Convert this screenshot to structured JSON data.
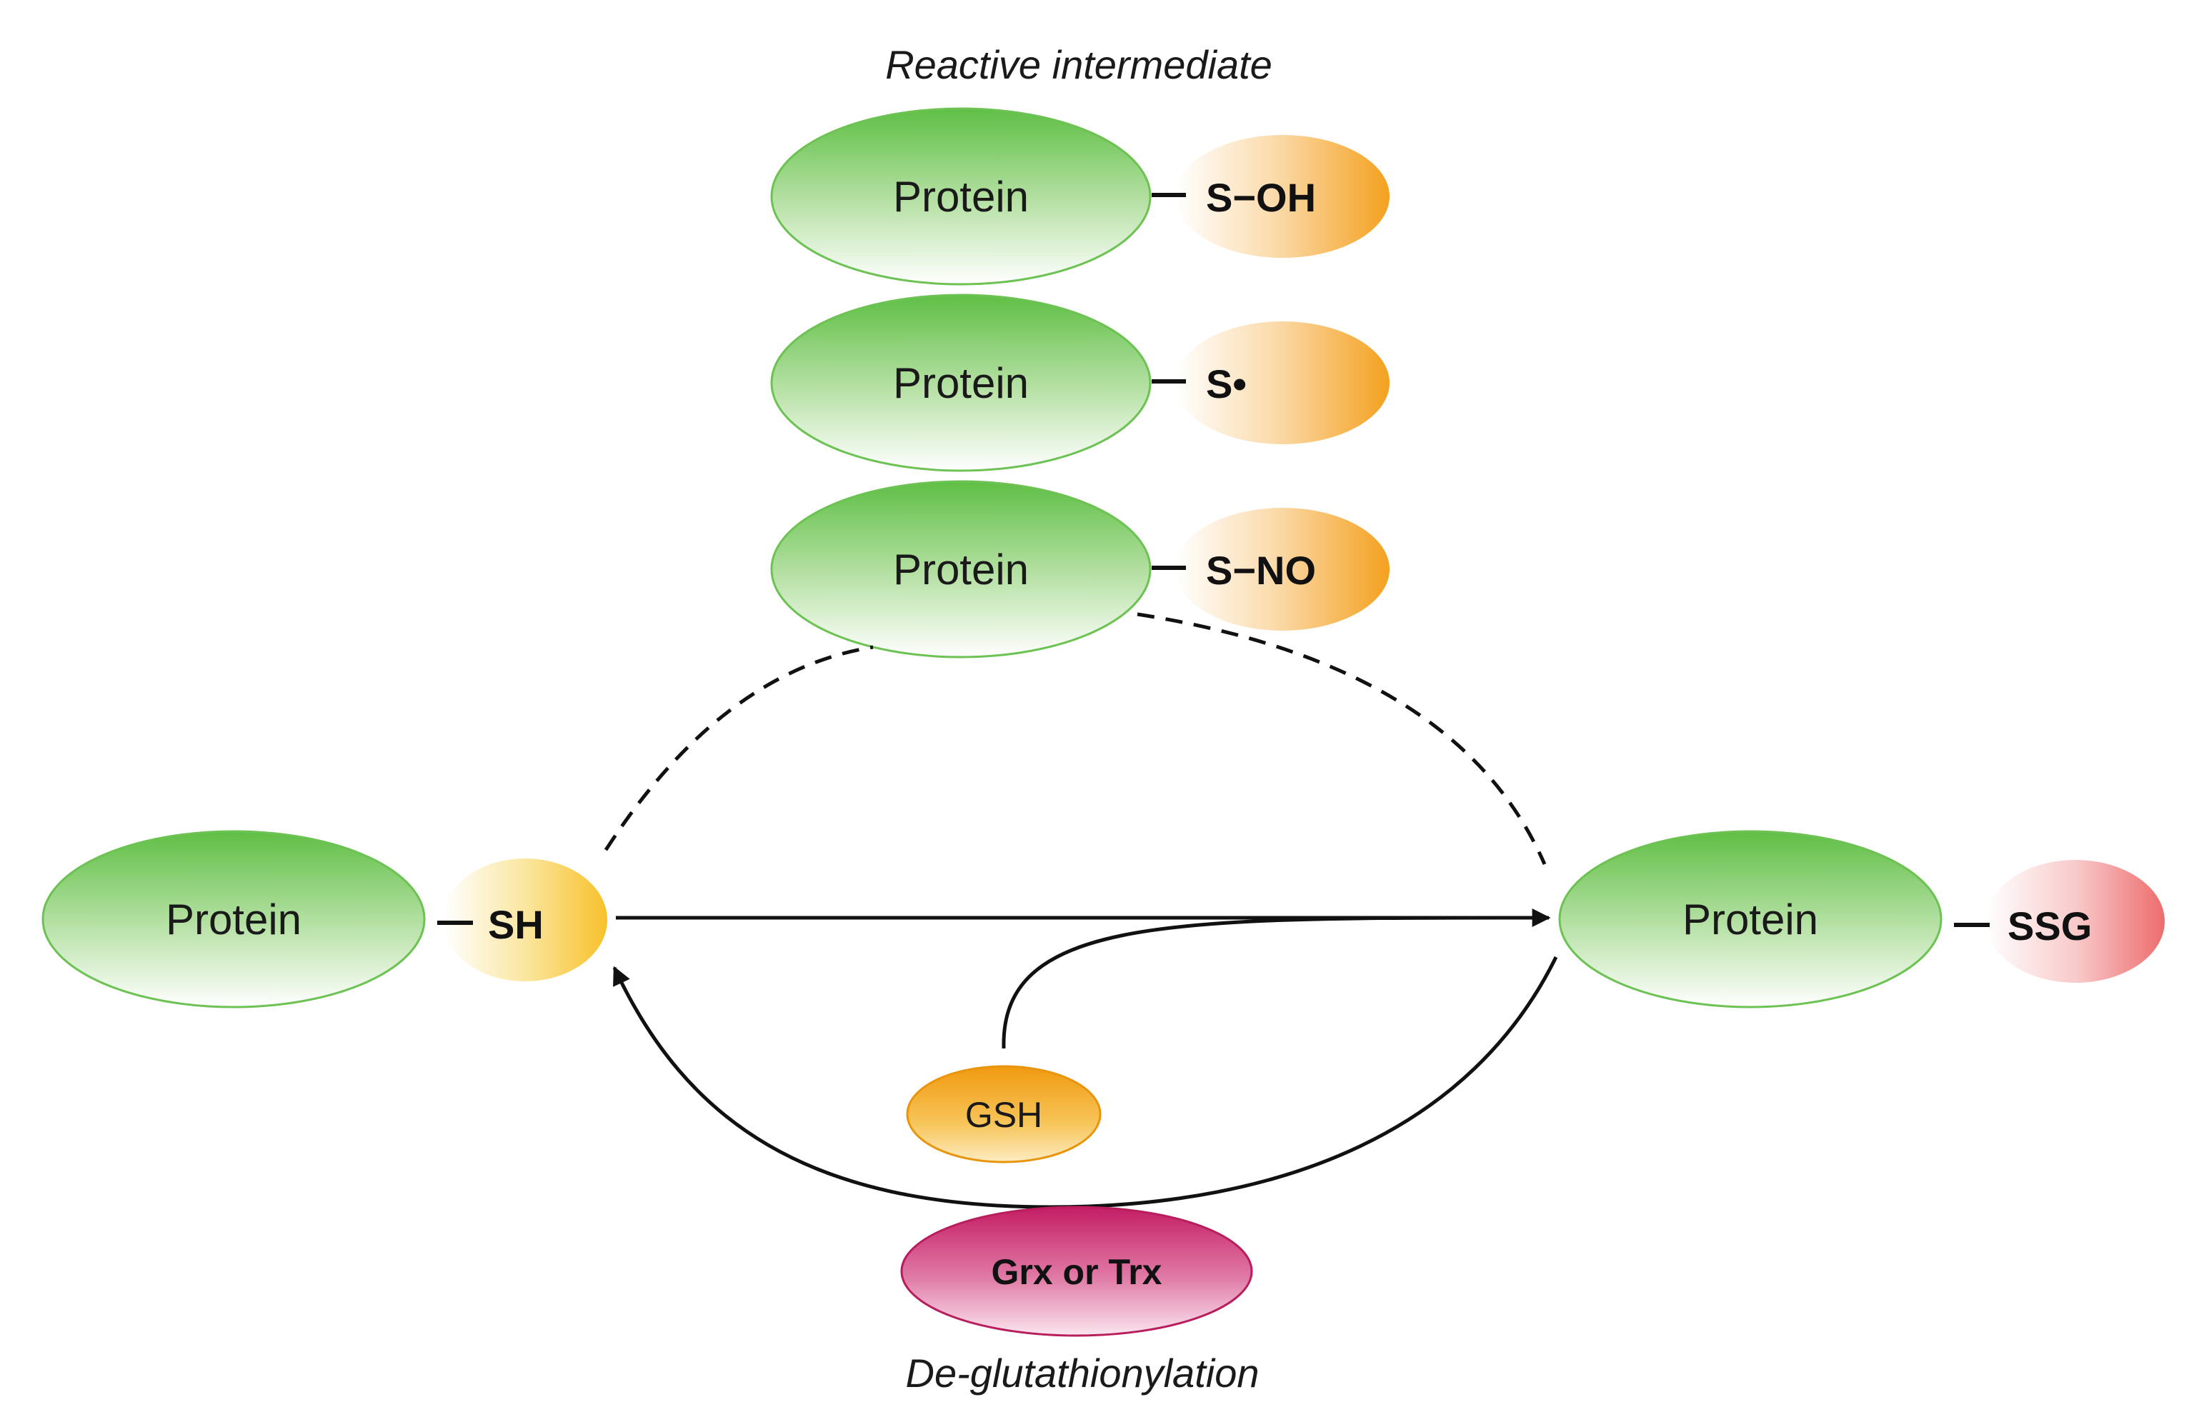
{
  "diagram": {
    "top_title": "Reactive intermediate",
    "bottom_title": "De-glutathionylation",
    "intermediates": [
      {
        "protein_label": "Protein",
        "group_label": "S−OH"
      },
      {
        "protein_label": "Protein",
        "group_label": "S•"
      },
      {
        "protein_label": "Protein",
        "group_label": "S−NO"
      }
    ],
    "left_node": {
      "protein_label": "Protein",
      "group_label": "SH"
    },
    "right_node": {
      "protein_label": "Protein",
      "group_label": "SSG"
    },
    "gsh_label": "GSH",
    "enzyme_label": "Grx or Trx",
    "colors": {
      "protein_green": "#7ccf63",
      "protein_border": "#5cb848",
      "orange_group": "#f5a623",
      "yellow_group": "#f7c534",
      "red_group": "#ef7a7a",
      "gsh_orange": "#f0a020",
      "enzyme_magenta": "#c8226a"
    }
  }
}
